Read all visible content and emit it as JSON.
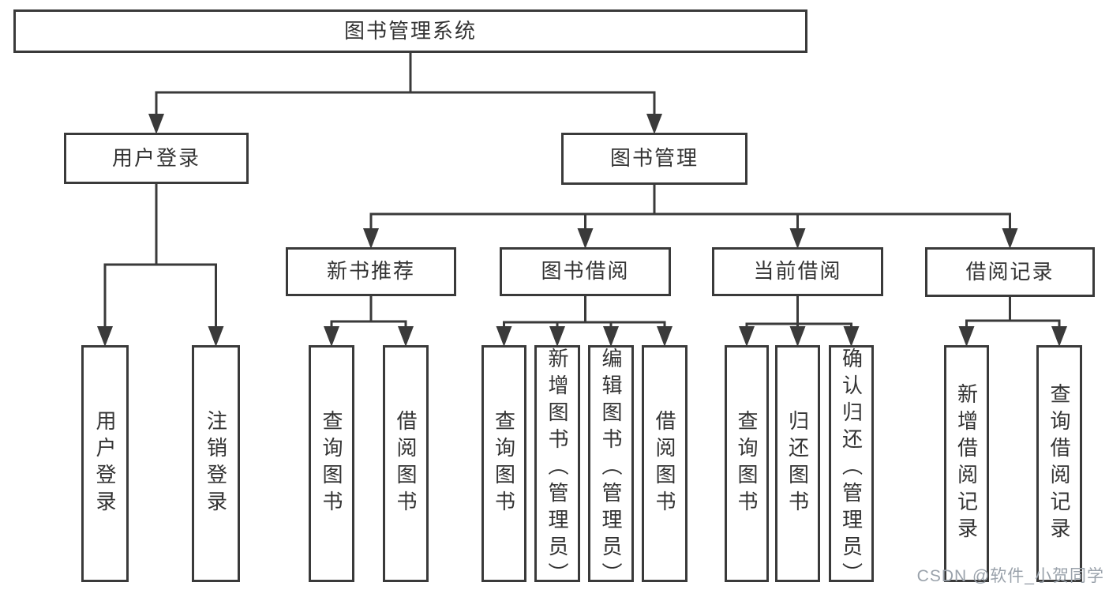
{
  "colors": {
    "line": "#3a3a3a",
    "text": "#333333",
    "background": "#ffffff",
    "watermark": "#9aa2ab"
  },
  "watermark": {
    "text": "CSDN @软件_小贺同学"
  },
  "tree": {
    "id": "root",
    "label": "图书管理系统",
    "children": [
      {
        "id": "user-login",
        "label": "用户登录",
        "children": [
          {
            "id": "leaf-user-login",
            "label": "用户登录"
          },
          {
            "id": "leaf-logout",
            "label": "注销登录"
          }
        ]
      },
      {
        "id": "book-mgmt",
        "label": "图书管理",
        "children": [
          {
            "id": "new-book-rec",
            "label": "新书推荐",
            "children": [
              {
                "id": "nbr-query",
                "label": "查询图书"
              },
              {
                "id": "nbr-borrow",
                "label": "借阅图书"
              }
            ]
          },
          {
            "id": "book-borrow",
            "label": "图书借阅",
            "children": [
              {
                "id": "bb-query",
                "label": "查询图书"
              },
              {
                "id": "bb-add",
                "label": "新增图书（管理员）"
              },
              {
                "id": "bb-edit",
                "label": "编辑图书（管理员）"
              },
              {
                "id": "bb-borrow",
                "label": "借阅图书"
              }
            ]
          },
          {
            "id": "current-borrow",
            "label": "当前借阅",
            "children": [
              {
                "id": "cb-query",
                "label": "查询图书"
              },
              {
                "id": "cb-return",
                "label": "归还图书"
              },
              {
                "id": "cb-confirm",
                "label": "确认归还（管理员）"
              }
            ]
          },
          {
            "id": "borrow-record",
            "label": "借阅记录",
            "children": [
              {
                "id": "br-add",
                "label": "新增借阅记录"
              },
              {
                "id": "br-query",
                "label": "查询借阅记录"
              }
            ]
          }
        ]
      }
    ]
  }
}
